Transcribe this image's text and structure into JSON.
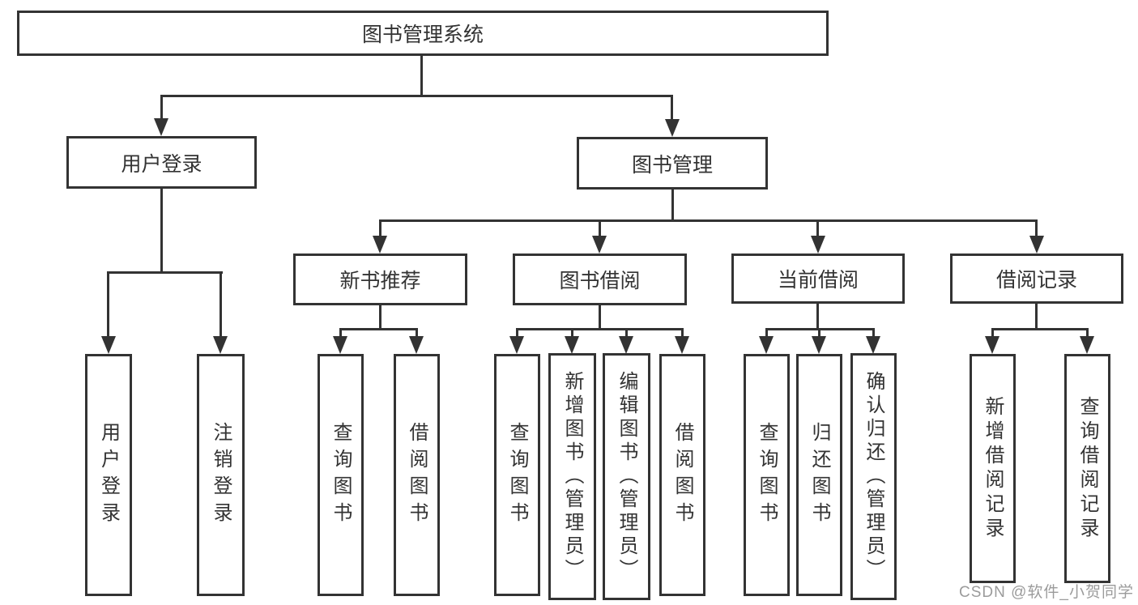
{
  "diagram": {
    "title": "图书管理系统",
    "nodes": {
      "root": {
        "label": "图书管理系统"
      },
      "user_login": {
        "label": "用户登录"
      },
      "book_management": {
        "label": "图书管理"
      },
      "new_book_recommend": {
        "label": "新书推荐"
      },
      "book_borrow": {
        "label": "图书借阅"
      },
      "current_borrow": {
        "label": "当前借阅"
      },
      "borrow_record": {
        "label": "借阅记录"
      },
      "leaf_user_login": {
        "label": "用户登录"
      },
      "leaf_logout": {
        "label": "注销登录"
      },
      "leaf_query_book_recommend": {
        "label": "查询图书"
      },
      "leaf_borrow_book_recommend": {
        "label": "借阅图书"
      },
      "leaf_query_book_borrow": {
        "label": "查询图书"
      },
      "leaf_add_book_admin": {
        "label": "新增图书（管理员）"
      },
      "leaf_edit_book_admin": {
        "label": "编辑图书（管理员）"
      },
      "leaf_borrow_book_borrow": {
        "label": "借阅图书"
      },
      "leaf_query_book_current": {
        "label": "查询图书"
      },
      "leaf_return_book": {
        "label": "归还图书"
      },
      "leaf_confirm_return_admin": {
        "label": "确认归还（管理员）"
      },
      "leaf_add_borrow_record": {
        "label": "新增借阅记录"
      },
      "leaf_query_borrow_record": {
        "label": "查询借阅记录"
      }
    },
    "watermark": "CSDN @软件_小贺同学",
    "colors": {
      "line": "#333333",
      "background": "#ffffff",
      "text": "#333333",
      "watermark": "#9b9b9b"
    }
  }
}
